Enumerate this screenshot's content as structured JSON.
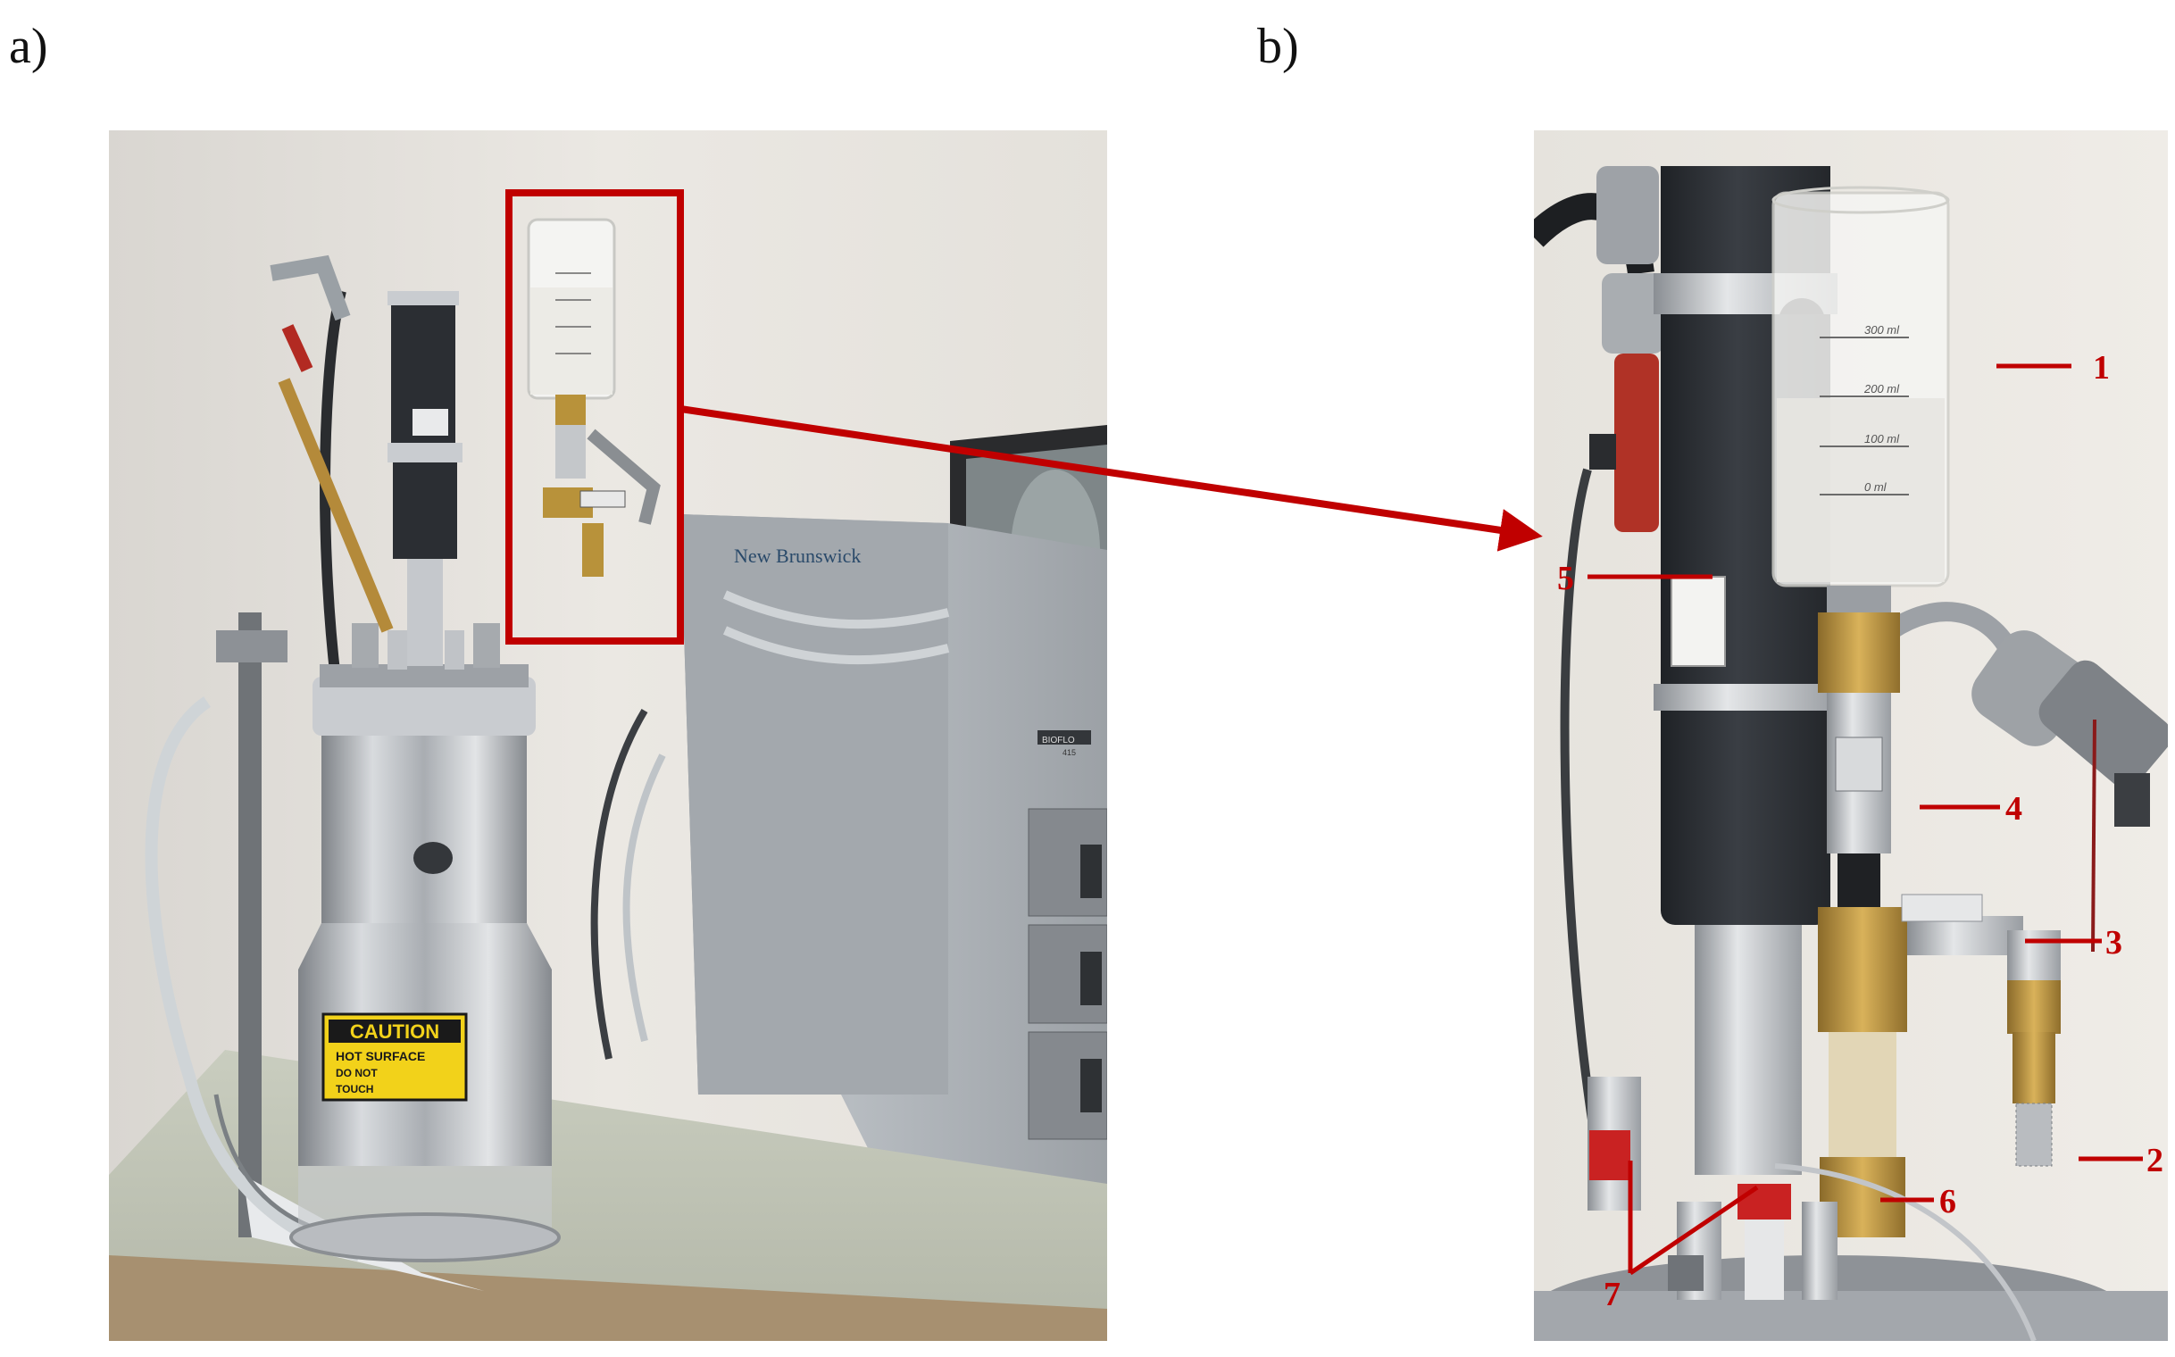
{
  "panels": {
    "a": {
      "letter": "a)"
    },
    "b": {
      "letter": "b)"
    }
  },
  "photo_a": {
    "caution_sign": {
      "title": "CAUTION",
      "line1": "HOT SURFACE",
      "line2": "DO NOT",
      "line3": "TOUCH"
    },
    "controller_brand": "New Brunswick",
    "controller_model": "BIOFLO",
    "controller_number": "415"
  },
  "photo_b": {
    "cylinder_scale": [
      "300 ml",
      "200 ml",
      "100 ml",
      "0 ml"
    ]
  },
  "callouts": [
    "1",
    "2",
    "3",
    "4",
    "5",
    "6",
    "7"
  ],
  "colors": {
    "highlight": "#c00000",
    "callout": "#c00000",
    "wall": "#e8e4de",
    "steel": "#b8bcc0",
    "motor": "#2b2e33",
    "brass": "#b8923a",
    "caution_yellow": "#f2d21a"
  }
}
